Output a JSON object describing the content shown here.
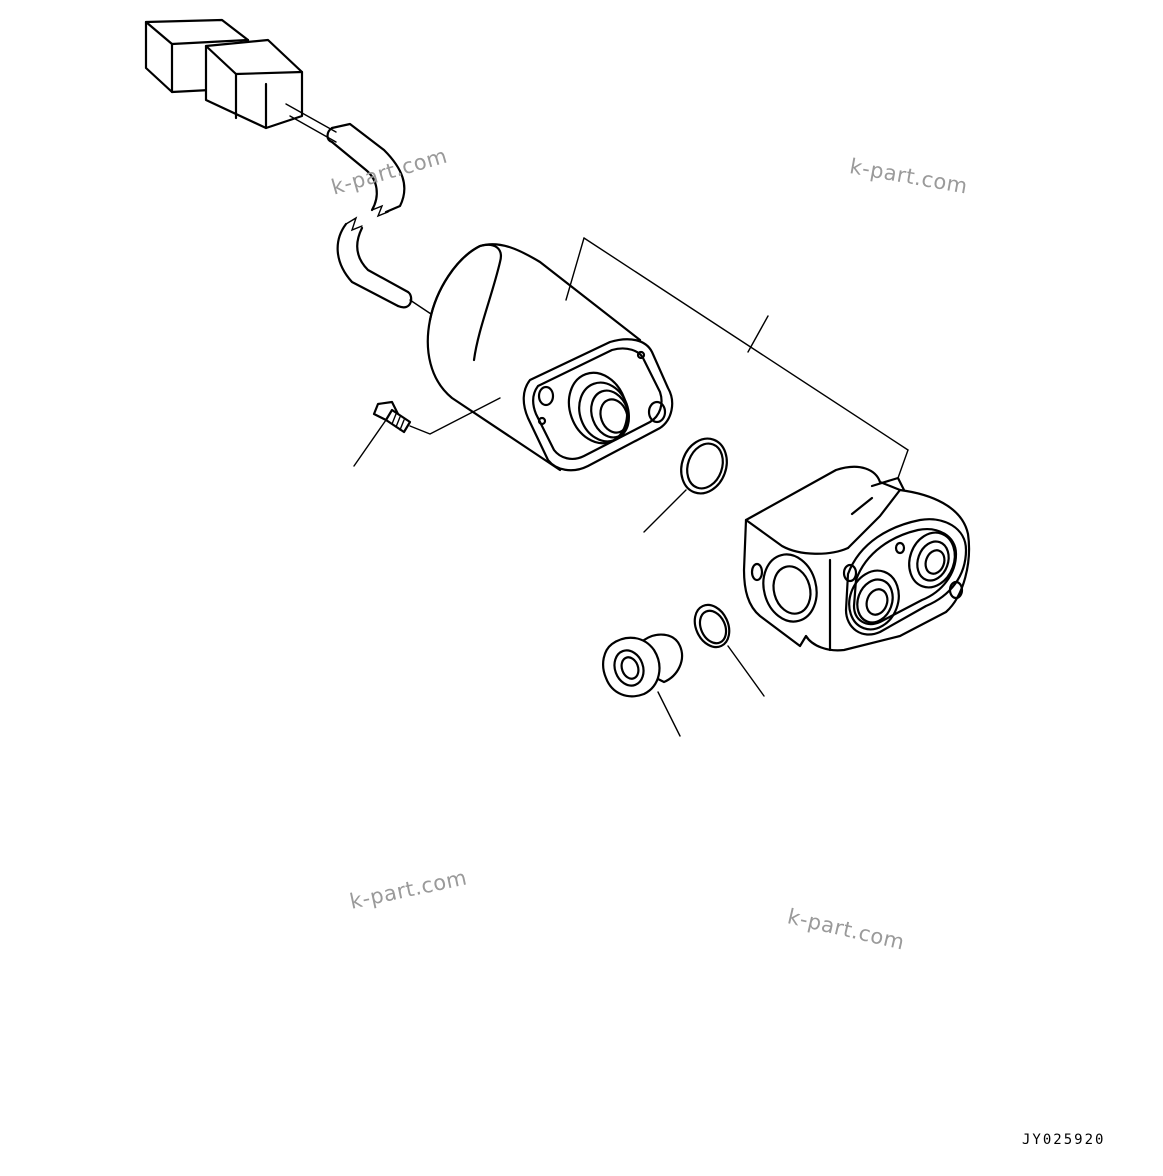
{
  "drawing": {
    "code": "JY025920"
  },
  "watermarks": [
    {
      "text": "k-part.com"
    },
    {
      "text": "k-part.com"
    },
    {
      "text": "k-part.com"
    },
    {
      "text": "k-part.com"
    }
  ]
}
